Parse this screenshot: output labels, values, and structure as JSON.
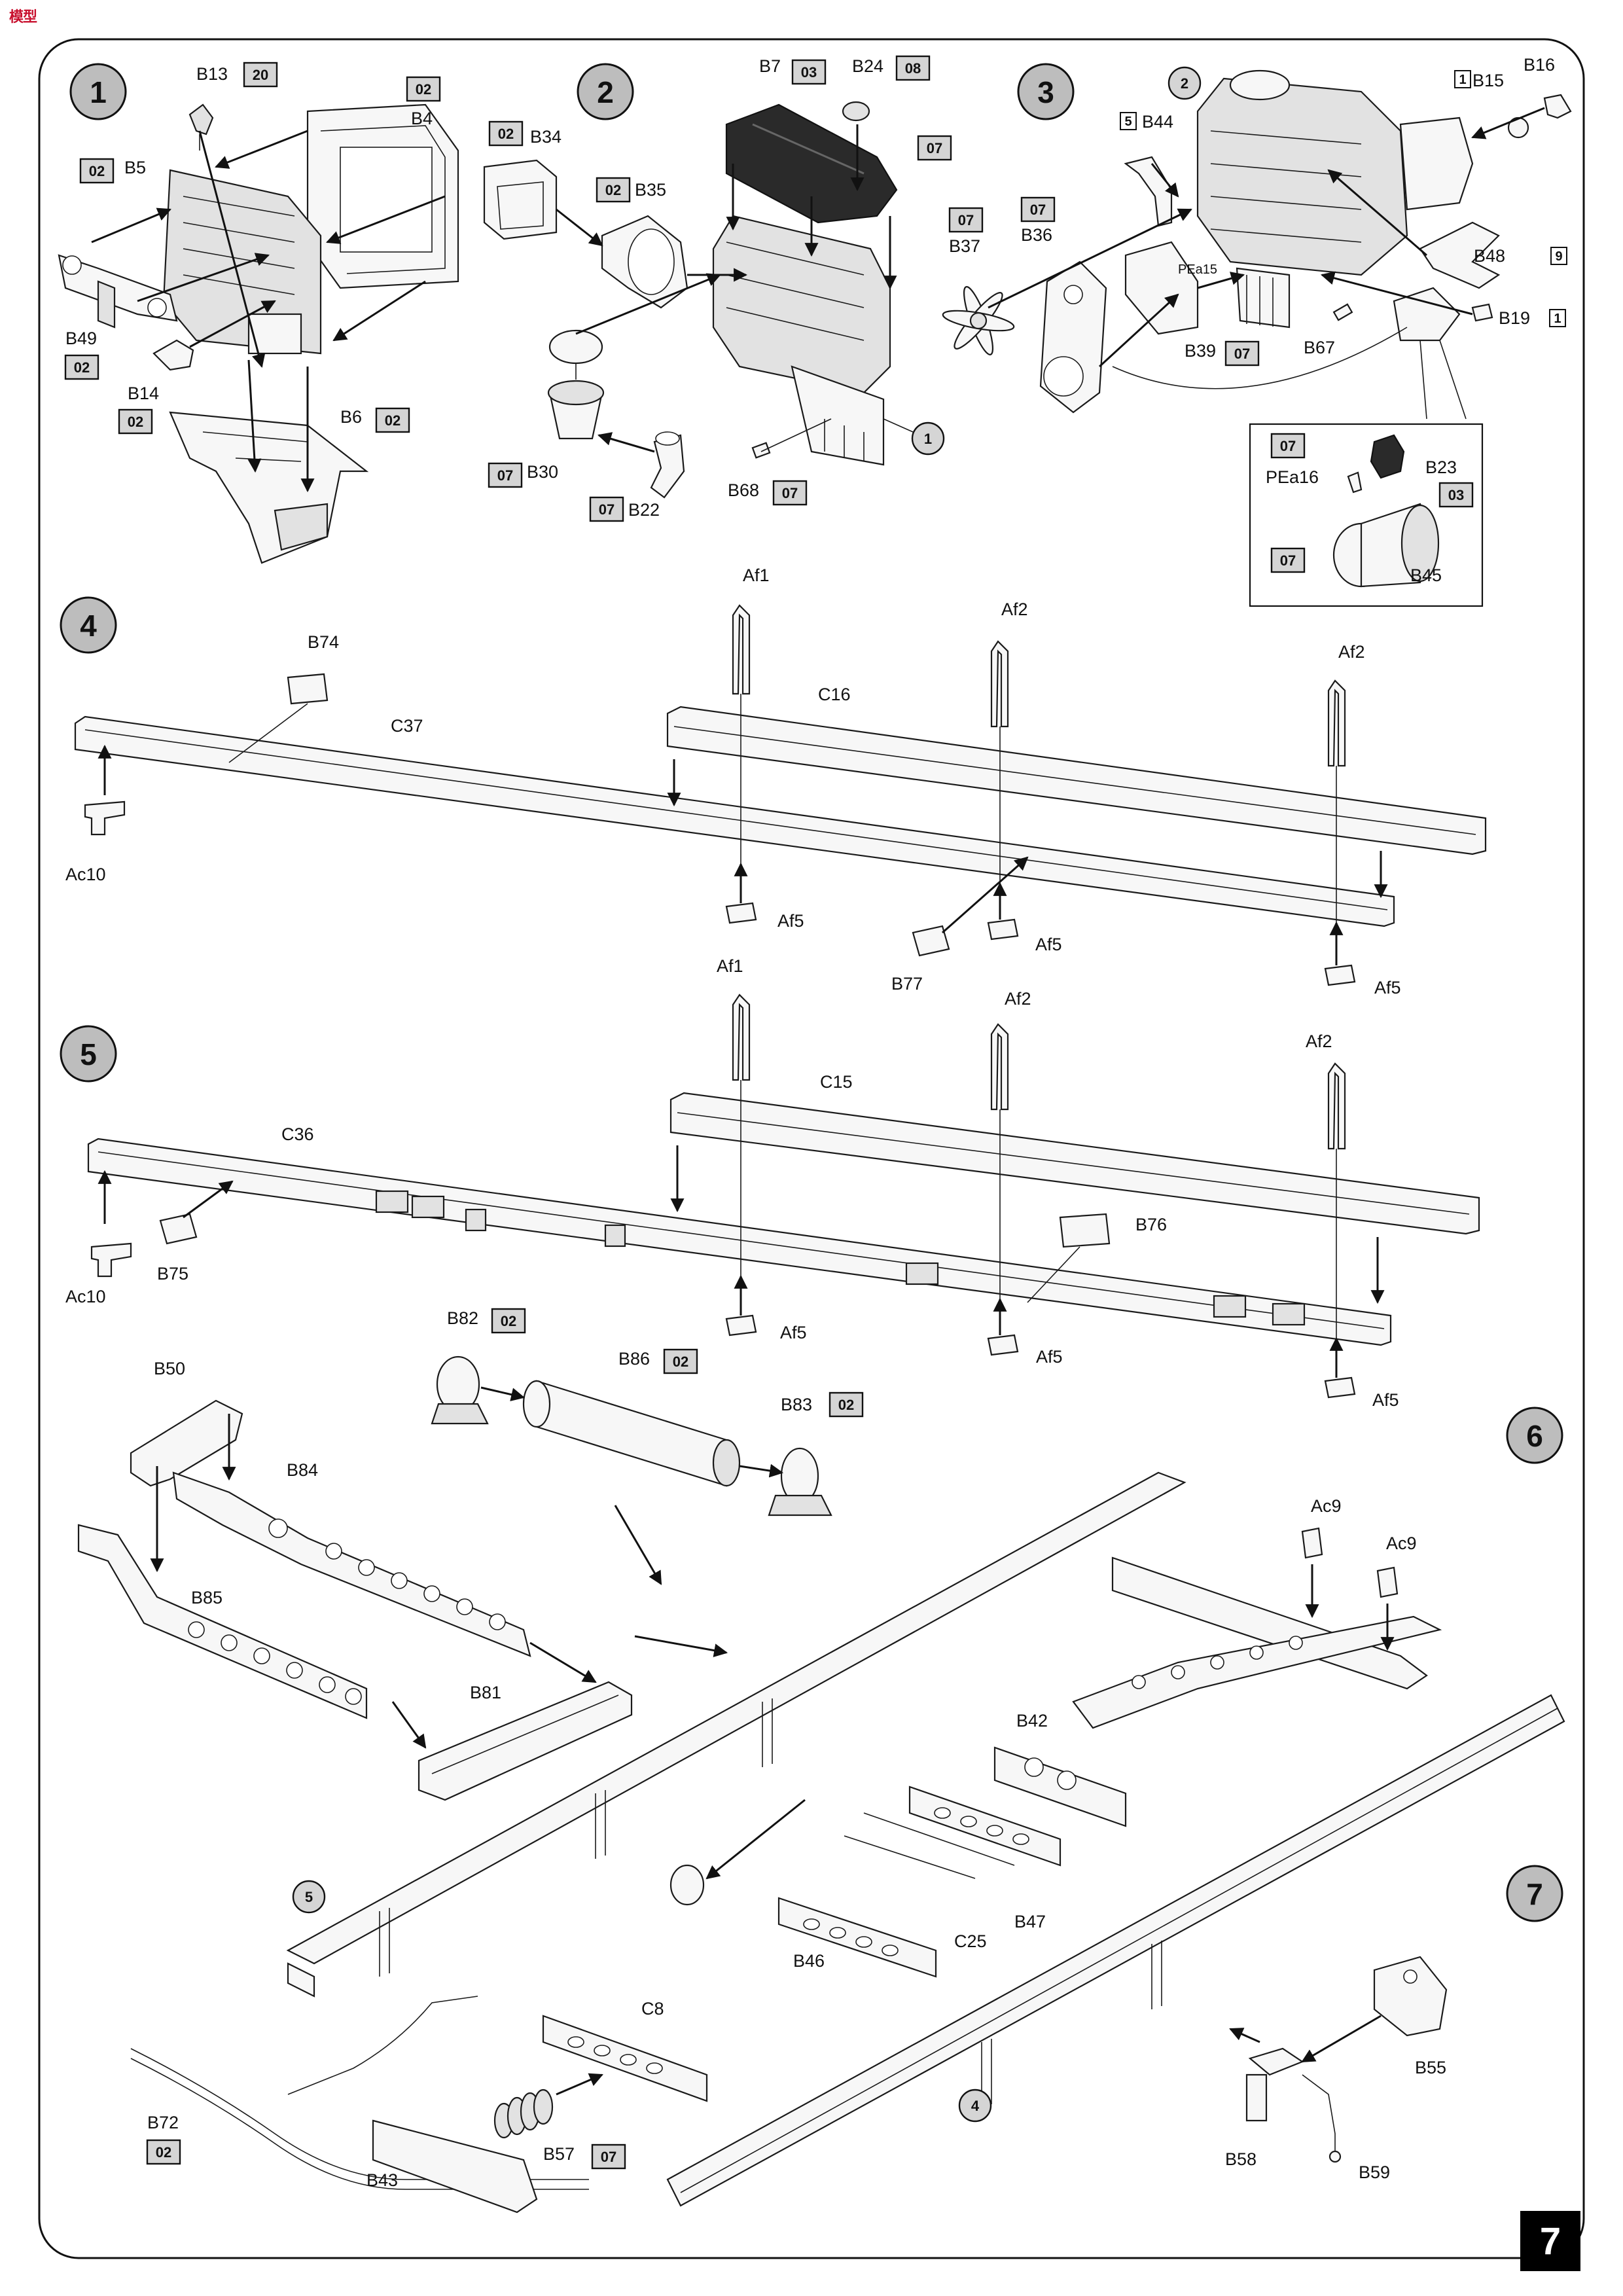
{
  "page": {
    "number": "7"
  },
  "brand_logo": {
    "text": "模型"
  },
  "steps": [
    {
      "id": "step-1",
      "number": "1"
    },
    {
      "id": "step-2",
      "number": "2"
    },
    {
      "id": "step-3",
      "number": "3"
    },
    {
      "id": "step-4",
      "number": "4"
    },
    {
      "id": "step-5",
      "number": "5"
    },
    {
      "id": "step-6",
      "number": "6"
    },
    {
      "id": "step-7",
      "number": "7"
    }
  ],
  "callouts": [
    "1",
    "2",
    "4",
    "5"
  ],
  "part_labels": {
    "B13": "B13",
    "B4": "B4",
    "B5": "B5",
    "B49": "B49",
    "B14": "B14",
    "B6": "B6",
    "B34": "B34",
    "B35": "B35",
    "B30": "B30",
    "B22": "B22",
    "B7": "B7",
    "B24": "B24",
    "B68": "B68",
    "B44": "B44",
    "B15": "B15",
    "B16": "B16",
    "B37": "B37",
    "B36": "B36",
    "B39": "B39",
    "B67": "B67",
    "B48": "B48",
    "B19": "B19",
    "PEa16": "PEa16",
    "B23": "B23",
    "B45": "B45",
    "PEa15": "PEa15",
    "Af1": "Af1",
    "Af2": "Af2",
    "C16": "C16",
    "B74": "B74",
    "C37": "C37",
    "Ac10": "Ac10",
    "Af5": "Af5",
    "B77": "B77",
    "C15": "C15",
    "C36": "C36",
    "B75": "B75",
    "B76": "B76",
    "B82": "B82",
    "B86": "B86",
    "B83": "B83",
    "B50": "B50",
    "B84": "B84",
    "B85": "B85",
    "B81": "B81",
    "Ac9": "Ac9",
    "B42": "B42",
    "B47": "B47",
    "C25": "C25",
    "B46": "B46",
    "C8": "C8",
    "B72": "B72",
    "B57": "B57",
    "B43": "B43",
    "B55": "B55",
    "B58": "B58",
    "B59": "B59"
  },
  "paint_codes": {
    "p20": "20",
    "p02": "02",
    "p03": "03",
    "p08": "08",
    "p07": "07"
  },
  "count_badges": {
    "b5": "5",
    "b1": "1",
    "b9": "9"
  }
}
